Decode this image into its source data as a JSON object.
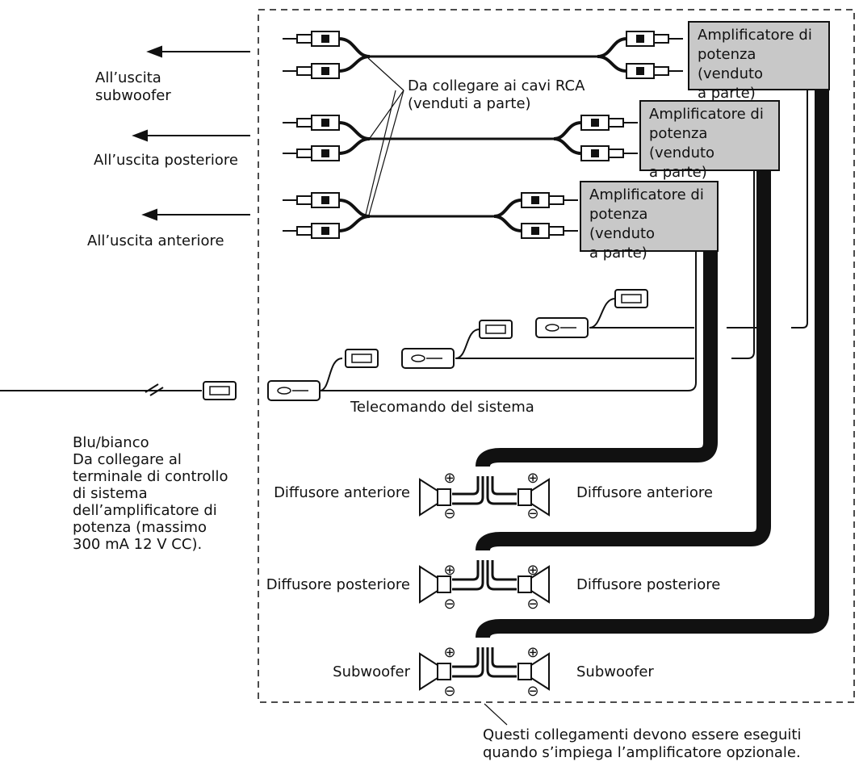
{
  "outputs": {
    "subwoofer": [
      "All’uscita",
      "subwoofer"
    ],
    "rear": "All’uscita posteriore",
    "front": "All’uscita anteriore"
  },
  "rca_note": [
    "Da collegare ai cavi RCA",
    "(venduti a parte)"
  ],
  "amplifiers": [
    [
      "Amplificatore di",
      "potenza (venduto",
      "a parte)"
    ],
    [
      "Amplificatore di",
      "potenza (venduto",
      "a parte)"
    ],
    [
      "Amplificatore di",
      "potenza (venduto",
      "a parte)"
    ]
  ],
  "remote_label": "Telecomando del sistema",
  "wire_note": [
    "Blu/bianco",
    "Da collegare al",
    "terminale di controllo",
    "di sistema",
    "dell’amplificatore di",
    "potenza (massimo",
    "300 mA 12 V CC)."
  ],
  "speakers": {
    "front_left": "Diffusore anteriore",
    "front_right": "Diffusore anteriore",
    "rear_left": "Diffusore posteriore",
    "rear_right": "Diffusore posteriore",
    "sub_left": "Subwoofer",
    "sub_right": "Subwoofer"
  },
  "polarity": {
    "plus": "⊕",
    "minus": "⊖"
  },
  "footnote": [
    "Questi collegamenti devono essere eseguiti",
    "quando s’impiega l’amplificatore opzionale."
  ]
}
